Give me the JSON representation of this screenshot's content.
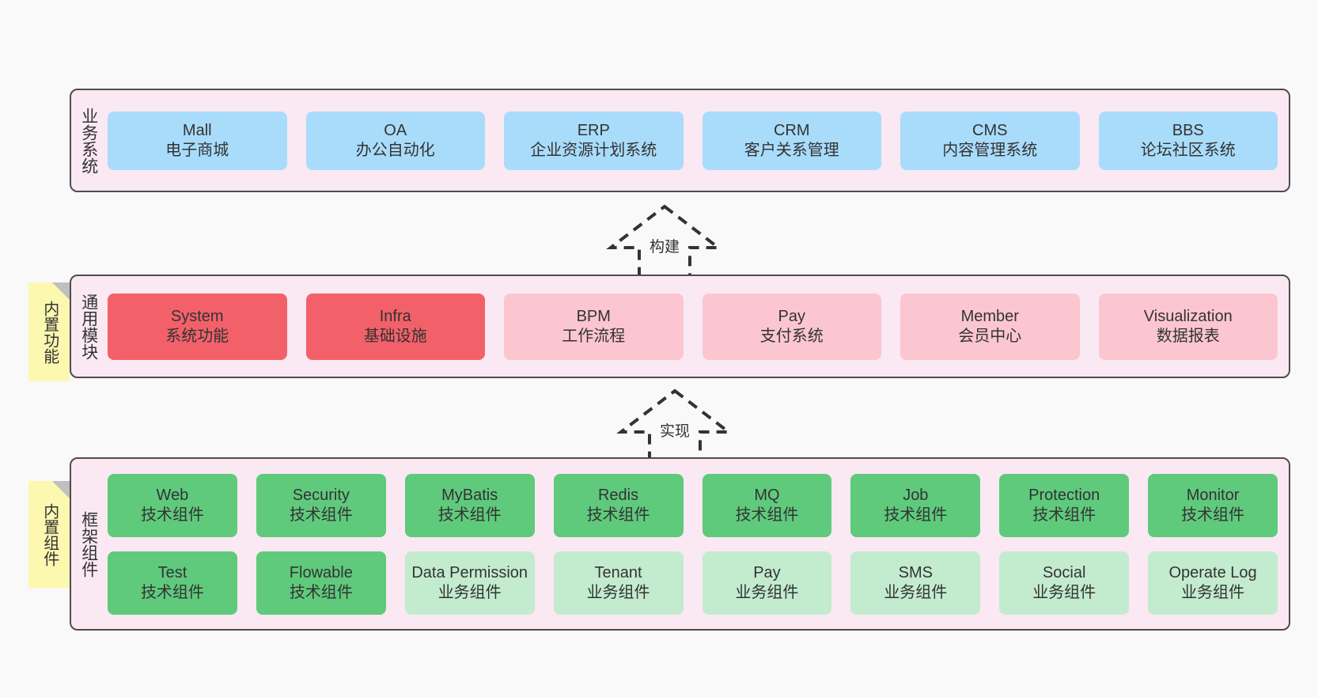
{
  "diagram": {
    "background_color": "#f9f9f9",
    "panel_color": "#fae8f2",
    "panel_border_color": "#4d4d4d",
    "note_color": "#fdf8b0"
  },
  "layers": [
    {
      "id": "business",
      "title": "业务系统",
      "rows": [
        {
          "cells": [
            {
              "en": "Mall",
              "cn": "电子商城",
              "color": "#a9dcfb",
              "variant": "c-blue"
            },
            {
              "en": "OA",
              "cn": "办公自动化",
              "color": "#a9dcfb",
              "variant": "c-blue"
            },
            {
              "en": "ERP",
              "cn": "企业资源计划系统",
              "color": "#a9dcfb",
              "variant": "c-blue"
            },
            {
              "en": "CRM",
              "cn": "客户关系管理",
              "color": "#a9dcfb",
              "variant": "c-blue"
            },
            {
              "en": "CMS",
              "cn": "内容管理系统",
              "color": "#a9dcfb",
              "variant": "c-blue"
            },
            {
              "en": "BBS",
              "cn": "论坛社区系统",
              "color": "#a9dcfb",
              "variant": "c-blue"
            }
          ]
        }
      ]
    },
    {
      "id": "common",
      "title": "通用模块",
      "note": "内置功能",
      "rows": [
        {
          "cells": [
            {
              "en": "System",
              "cn": "系统功能",
              "color": "#f2616a",
              "variant": "c-red"
            },
            {
              "en": "Infra",
              "cn": "基础设施",
              "color": "#f2616a",
              "variant": "c-red"
            },
            {
              "en": "BPM",
              "cn": "工作流程",
              "color": "#fbc6d0",
              "variant": "c-pink"
            },
            {
              "en": "Pay",
              "cn": "支付系统",
              "color": "#fbc6d0",
              "variant": "c-pink"
            },
            {
              "en": "Member",
              "cn": "会员中心",
              "color": "#fbc6d0",
              "variant": "c-pink"
            },
            {
              "en": "Visualization",
              "cn": "数据报表",
              "color": "#fbc6d0",
              "variant": "c-pink"
            }
          ]
        }
      ]
    },
    {
      "id": "framework",
      "title": "框架组件",
      "note": "内置组件",
      "rows": [
        {
          "cells": [
            {
              "en": "Web",
              "cn": "技术组件",
              "color": "#5fca7c",
              "variant": "c-green"
            },
            {
              "en": "Security",
              "cn": "技术组件",
              "color": "#5fca7c",
              "variant": "c-green"
            },
            {
              "en": "MyBatis",
              "cn": "技术组件",
              "color": "#5fca7c",
              "variant": "c-green"
            },
            {
              "en": "Redis",
              "cn": "技术组件",
              "color": "#5fca7c",
              "variant": "c-green"
            },
            {
              "en": "MQ",
              "cn": "技术组件",
              "color": "#5fca7c",
              "variant": "c-green"
            },
            {
              "en": "Job",
              "cn": "技术组件",
              "color": "#5fca7c",
              "variant": "c-green"
            },
            {
              "en": "Protection",
              "cn": "技术组件",
              "color": "#5fca7c",
              "variant": "c-green"
            },
            {
              "en": "Monitor",
              "cn": "技术组件",
              "color": "#5fca7c",
              "variant": "c-green"
            }
          ]
        },
        {
          "cells": [
            {
              "en": "Test",
              "cn": "技术组件",
              "color": "#5fca7c",
              "variant": "c-green"
            },
            {
              "en": "Flowable",
              "cn": "技术组件",
              "color": "#5fca7c",
              "variant": "c-green"
            },
            {
              "en": "Data Permission",
              "cn": "业务组件",
              "color": "#c3ecce",
              "variant": "c-lightgreen"
            },
            {
              "en": "Tenant",
              "cn": "业务组件",
              "color": "#c3ecce",
              "variant": "c-lightgreen"
            },
            {
              "en": "Pay",
              "cn": "业务组件",
              "color": "#c3ecce",
              "variant": "c-lightgreen"
            },
            {
              "en": "SMS",
              "cn": "业务组件",
              "color": "#c3ecce",
              "variant": "c-lightgreen"
            },
            {
              "en": "Social",
              "cn": "业务组件",
              "color": "#c3ecce",
              "variant": "c-lightgreen"
            },
            {
              "en": "Operate Log",
              "cn": "业务组件",
              "color": "#c3ecce",
              "variant": "c-lightgreen"
            }
          ]
        }
      ]
    }
  ],
  "arrows": [
    {
      "id": "build",
      "label": "构建",
      "direction": "up",
      "from": "common",
      "to": "business"
    },
    {
      "id": "realize",
      "label": "实现",
      "direction": "up",
      "from": "framework",
      "to": "common"
    }
  ]
}
